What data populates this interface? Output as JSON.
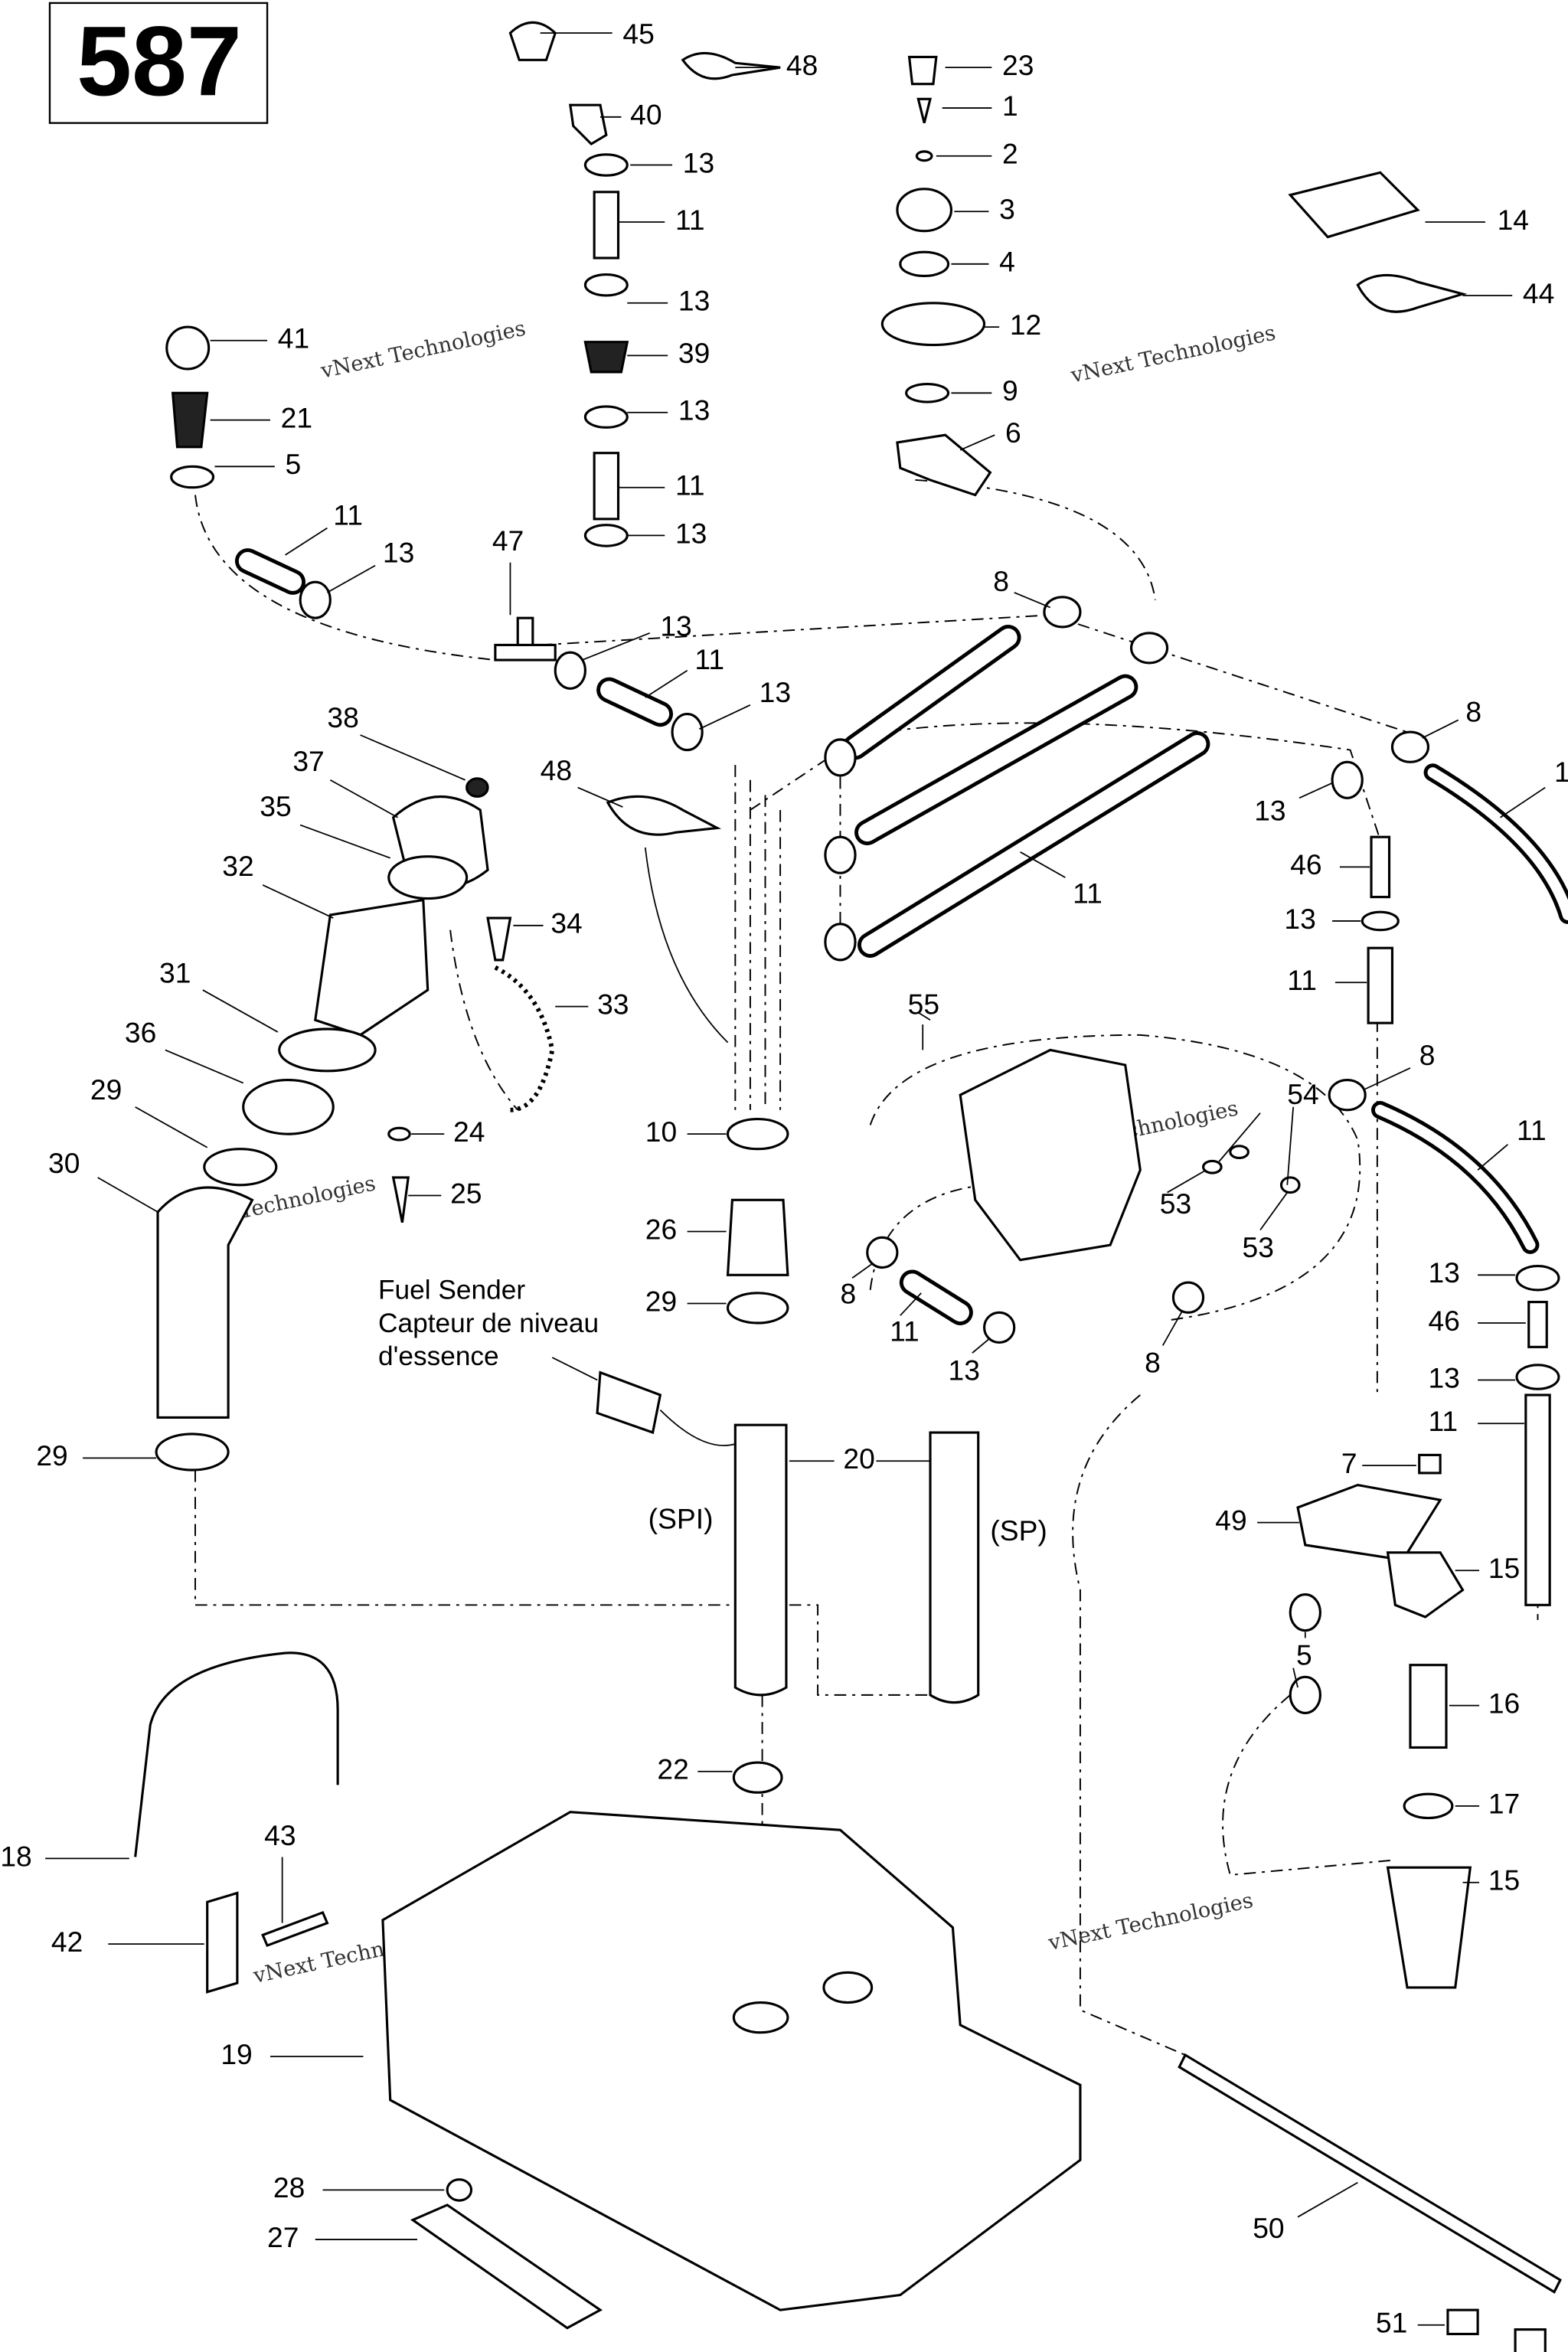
{
  "diagram": {
    "page_number": "587",
    "fuel_sender_label": [
      "Fuel Sender",
      "Capteur de niveau",
      "d'essence"
    ],
    "variant_labels": {
      "spi": "(SPI)",
      "sp": "(SP)"
    },
    "watermark": "vNext Technologies",
    "callouts": [
      "45",
      "48",
      "40",
      "13",
      "11",
      "13",
      "39",
      "13",
      "11",
      "13",
      "23",
      "1",
      "2",
      "3",
      "4",
      "12",
      "9",
      "6",
      "14",
      "44",
      "41",
      "21",
      "5",
      "11",
      "13",
      "47",
      "13",
      "11",
      "13",
      "8",
      "8",
      "1",
      "38",
      "37",
      "35",
      "32",
      "34",
      "33",
      "31",
      "36",
      "29",
      "30",
      "24",
      "25",
      "48",
      "10",
      "26",
      "29",
      "13",
      "46",
      "13",
      "11",
      "11",
      "55",
      "54",
      "8",
      "11",
      "53",
      "53",
      "8",
      "11",
      "13",
      "8",
      "13",
      "46",
      "13",
      "11",
      "20",
      "29",
      "7",
      "49",
      "15",
      "5",
      "16",
      "17",
      "15",
      "22",
      "18",
      "43",
      "42",
      "19",
      "28",
      "27",
      "50",
      "51"
    ]
  }
}
